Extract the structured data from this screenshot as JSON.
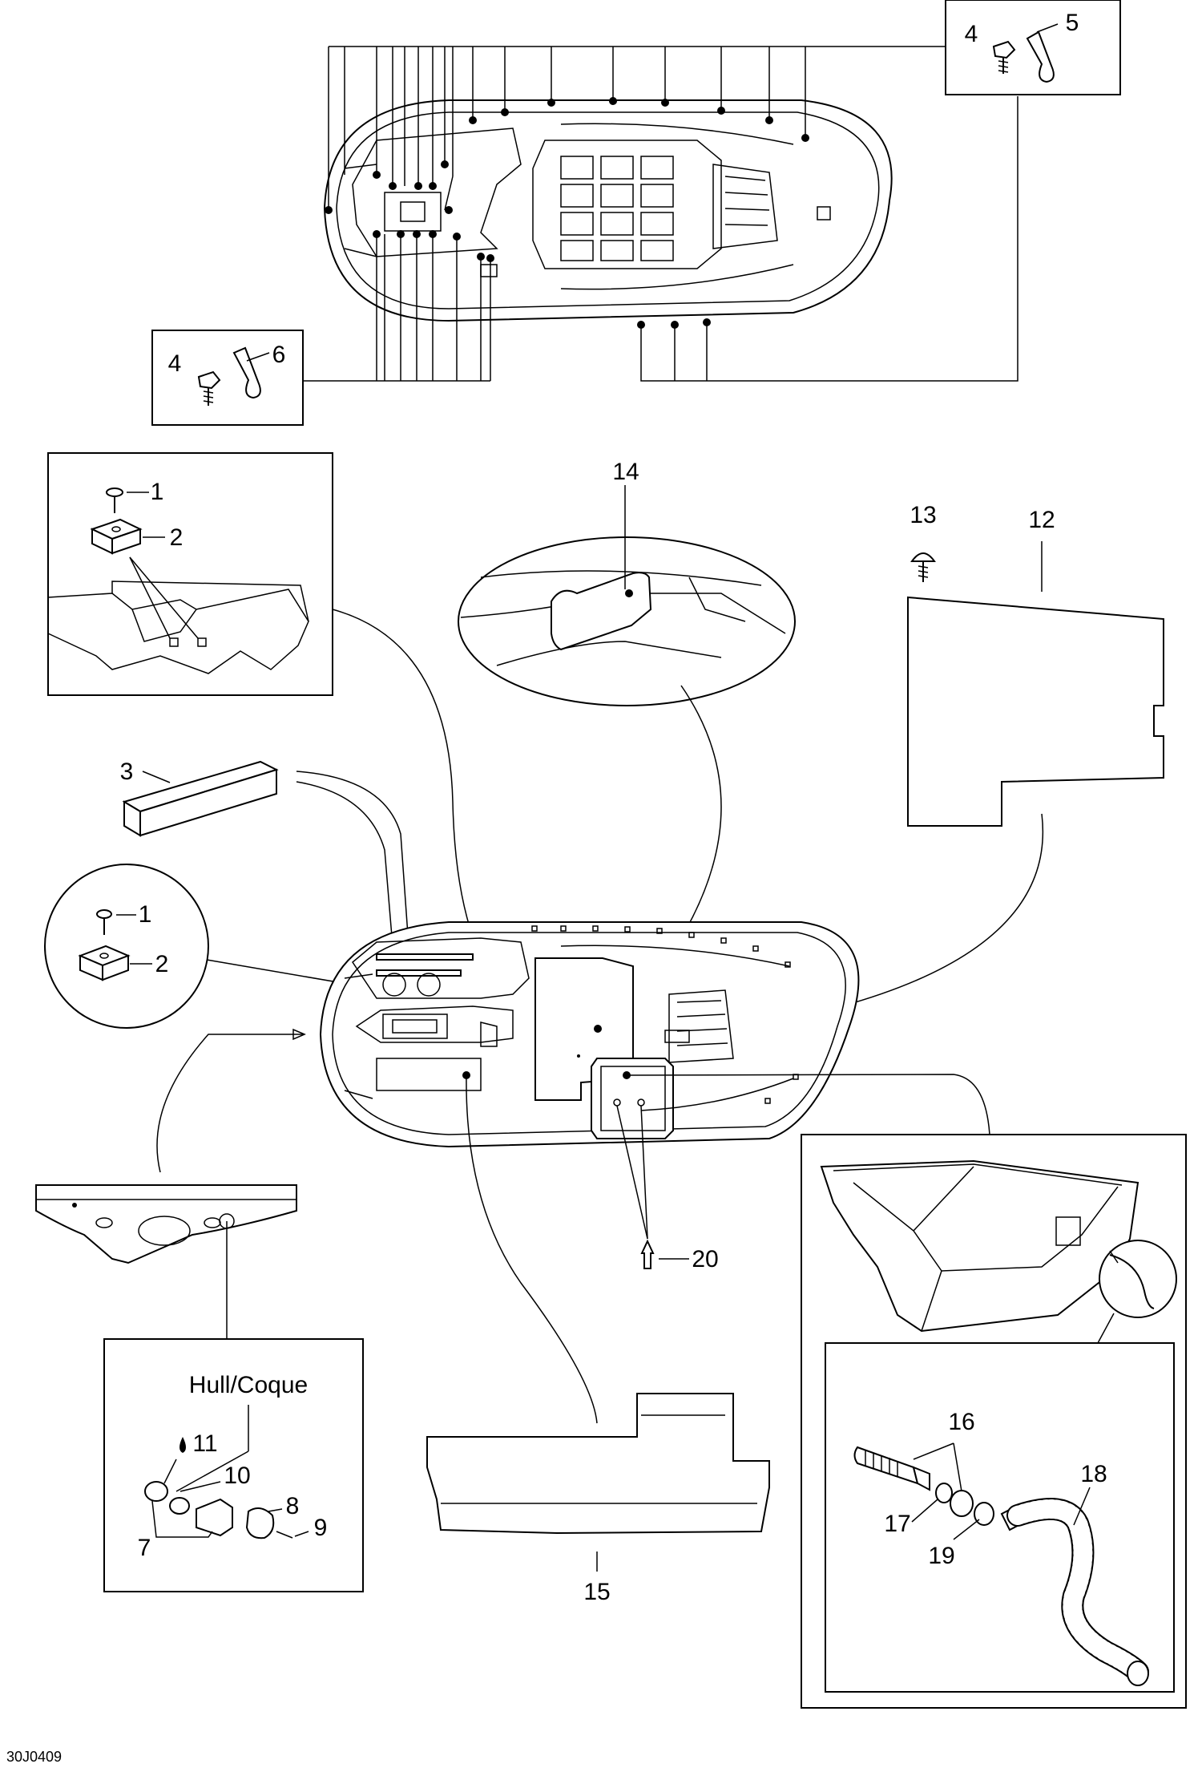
{
  "diagram": {
    "drawing_code": "30J0409",
    "hull_label": "Hull/Coque",
    "callouts": {
      "c1a": "1",
      "c2a": "2",
      "c1b": "1",
      "c2b": "2",
      "c3": "3",
      "c4a": "4",
      "c5": "5",
      "c4b": "4",
      "c6": "6",
      "c7": "7",
      "c8": "8",
      "c9": "9",
      "c10": "10",
      "c11": "11",
      "c12": "12",
      "c13": "13",
      "c14": "14",
      "c15": "15",
      "c16": "16",
      "c17": "17",
      "c18": "18",
      "c19": "19",
      "c20": "20"
    }
  }
}
